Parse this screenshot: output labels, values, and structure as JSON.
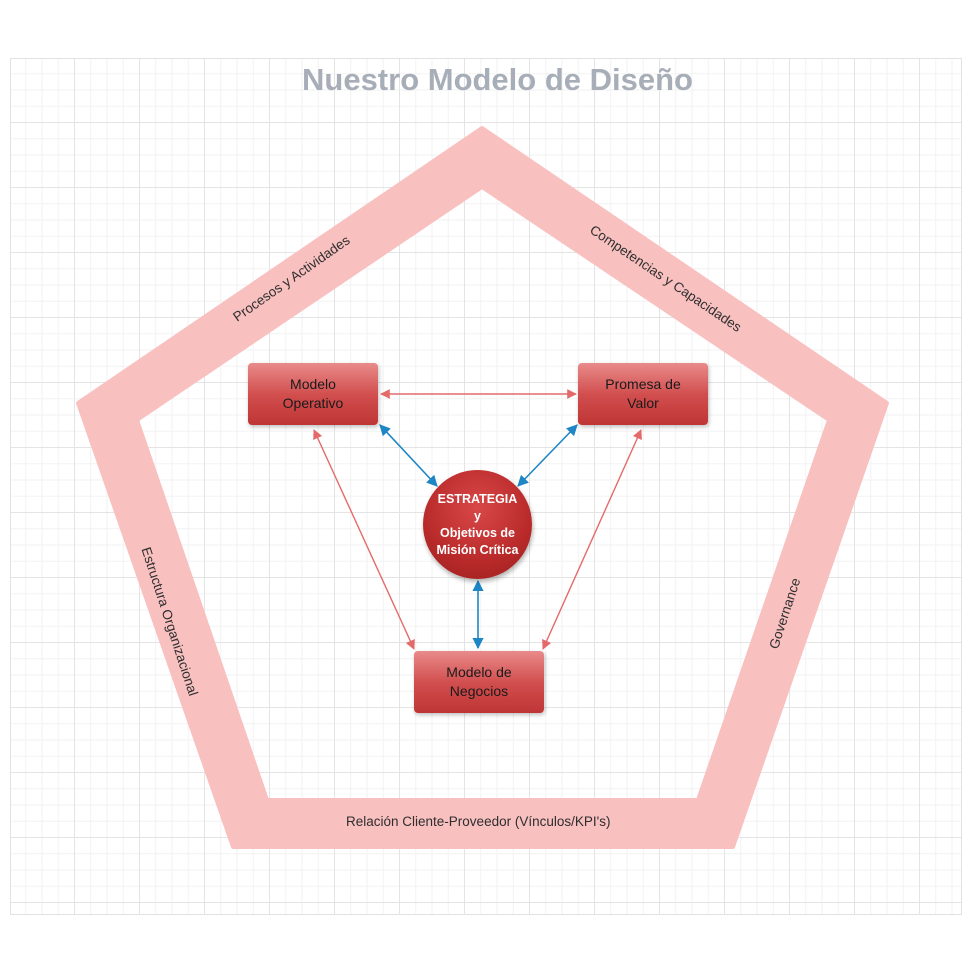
{
  "title": "Nuestro Modelo de Diseño",
  "pentagon_sides": {
    "top_left": "Procesos y Actividades",
    "top_right": "Competencias y Capacidades",
    "left": "Estructura Organizacional",
    "right": "Governance",
    "bottom": "Relación Cliente-Proveedor (Vínculos/KPI's)"
  },
  "nodes": {
    "operating_model": "Modelo\nOperativo",
    "value_promise": "Promesa de\nValor",
    "business_model": "Modelo de\nNegocios",
    "center": "ESTRATEGIA\ny\nObjetivos de\nMisión Crítica"
  },
  "colors": {
    "pentagon": "#f9c0c0",
    "node_fill": "#d24f4f",
    "center_fill": "#b92a2a",
    "red_arrow": "#e46a6a",
    "blue_arrow": "#1e86c5",
    "title": "#a7aeb8"
  }
}
